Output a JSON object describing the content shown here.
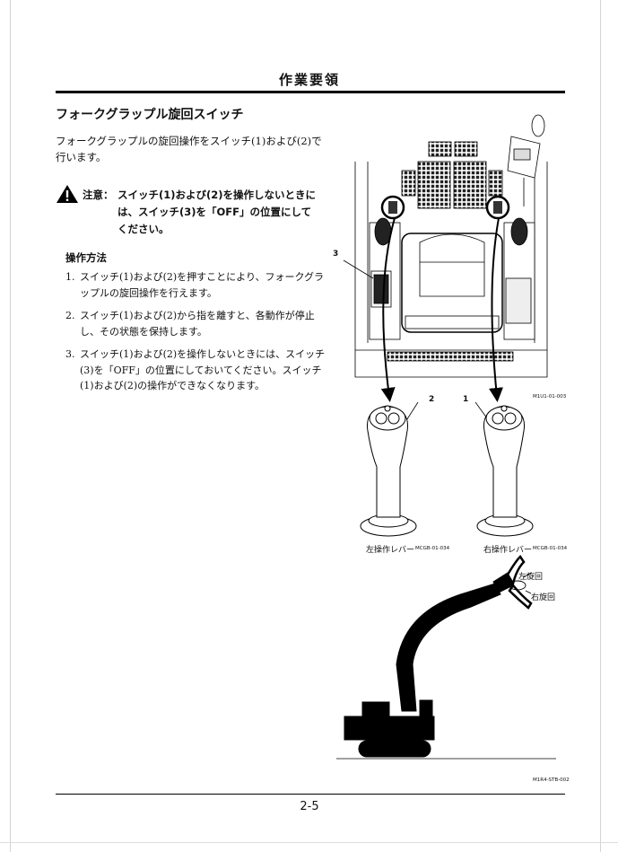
{
  "header": {
    "title": "作業要領"
  },
  "section": {
    "title": "フォークグラップル旋回スイッチ"
  },
  "intro": "フォークグラップルの旋回操作をスイッチ(1)および(2)で行います。",
  "caution": {
    "label": "注意：",
    "text": "スイッチ(1)および(2)を操作しないときには、スイッチ(3)を「OFF」の位置にしてください。"
  },
  "procedure": {
    "title": "操作方法",
    "steps": [
      {
        "num": "1.",
        "text": "スイッチ(1)および(2)を押すことにより、フォークグラップルの旋回操作を行えます。"
      },
      {
        "num": "2.",
        "text": "スイッチ(1)および(2)から指を離すと、各動作が停止し、その状態を保持します。"
      },
      {
        "num": "3.",
        "text": "スイッチ(1)および(2)を操作しないときには、スイッチ(3)を「OFF」の位置にしておいてください。スイッチ(1)および(2)の操作ができなくなります。"
      }
    ]
  },
  "figure": {
    "callouts": {
      "c3": "3",
      "c2": "2",
      "c1": "1"
    },
    "cab_code": "M1U1-01-003",
    "left_lever": {
      "caption": "左操作レバー",
      "code": "MCGB-01-034"
    },
    "right_lever": {
      "caption": "右操作レバー",
      "code": "MCGB-01-034"
    },
    "rotation": {
      "left": "左旋回",
      "right": "右旋回"
    },
    "machine_code": "M1R4-STB-002"
  },
  "footer": {
    "page": "2-5"
  }
}
